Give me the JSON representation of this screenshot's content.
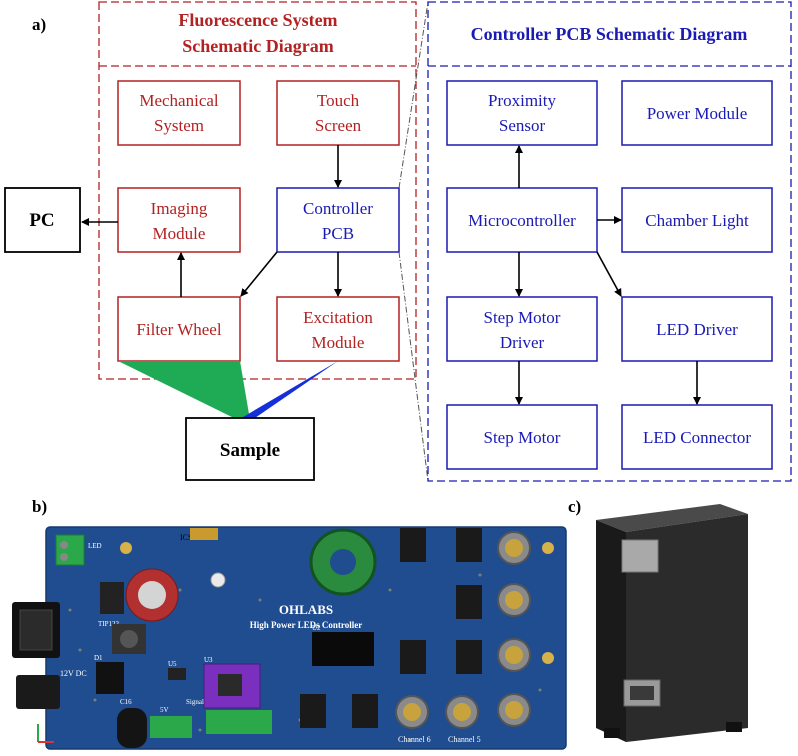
{
  "panels": {
    "a": "a)",
    "b": "b)",
    "c": "c)"
  },
  "fluorescence": {
    "title_line1": "Fluorescence System",
    "title_line2": "Schematic Diagram",
    "color": "#b22222",
    "blocks": {
      "mechanical": [
        "Mechanical",
        "System"
      ],
      "touch": [
        "Touch",
        "Screen"
      ],
      "imaging": [
        "Imaging",
        "Module"
      ],
      "controller": [
        "Controller",
        "PCB"
      ],
      "filter": [
        "Filter Wheel"
      ],
      "excitation": [
        "Excitation",
        "Module"
      ]
    }
  },
  "external": {
    "pc": "PC",
    "sample": "Sample"
  },
  "controller_pcb": {
    "title": "Controller PCB Schematic Diagram",
    "color": "#1a1ab4",
    "blocks": {
      "proximity": [
        "Proximity",
        "Sensor"
      ],
      "power": [
        "Power Module"
      ],
      "micro": [
        "Microcontroller"
      ],
      "chamber": [
        "Chamber Light"
      ],
      "stepdriver": [
        "Step Motor",
        "Driver"
      ],
      "leddriver": [
        "LED Driver"
      ],
      "stepmotor": [
        "Step Motor"
      ],
      "ledconn": [
        "LED Connector"
      ]
    }
  },
  "pcb_photo": {
    "brand": "OHLABS",
    "subtitle": "High Power LEDs Controller",
    "icsp": "ICSP",
    "channel_labels": [
      "Channel 6",
      "Channel 5"
    ],
    "misc_labels": [
      "TIP122",
      "U2",
      "U3",
      "U5",
      "D1",
      "C16",
      "12V DC",
      "LED",
      "5V",
      "Signal"
    ]
  },
  "colors": {
    "beam_green": "#1faa55",
    "beam_blue": "#1530d8",
    "pcb": "#1f4d8f"
  }
}
